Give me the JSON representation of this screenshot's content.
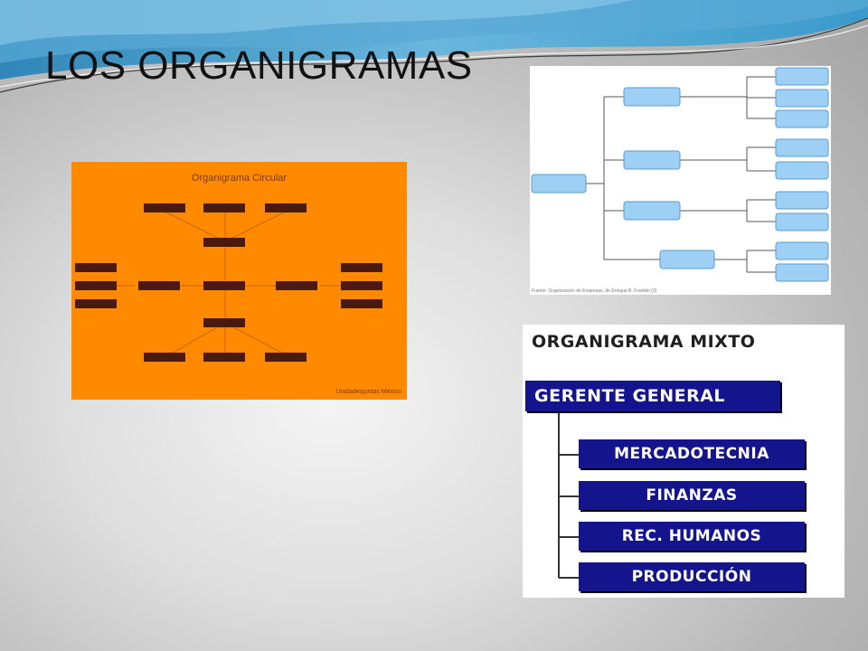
{
  "slide": {
    "title": "LOS ORGANIGRAMAS"
  },
  "circular_chart": {
    "title": "Organigrama Circular",
    "credit": "Unidadesjuntas México"
  },
  "horizontal_chart": {
    "credit": "Fuente: Organización de Empresas, de Enrique B. Franklin (2)"
  },
  "mixed_chart": {
    "title": "ORGANIGRAMA MIXTO",
    "root": "GERENTE GENERAL",
    "departments": [
      "MERCADOTECNIA",
      "FINANZAS",
      "REC. HUMANOS",
      "PRODUCCIÓN"
    ]
  },
  "colors": {
    "circular_background": "#ff8a00",
    "circular_boxes": "#4a1a10",
    "horizontal_boxes": "#9ed0f5",
    "mixed_boxes": "#14148c"
  }
}
